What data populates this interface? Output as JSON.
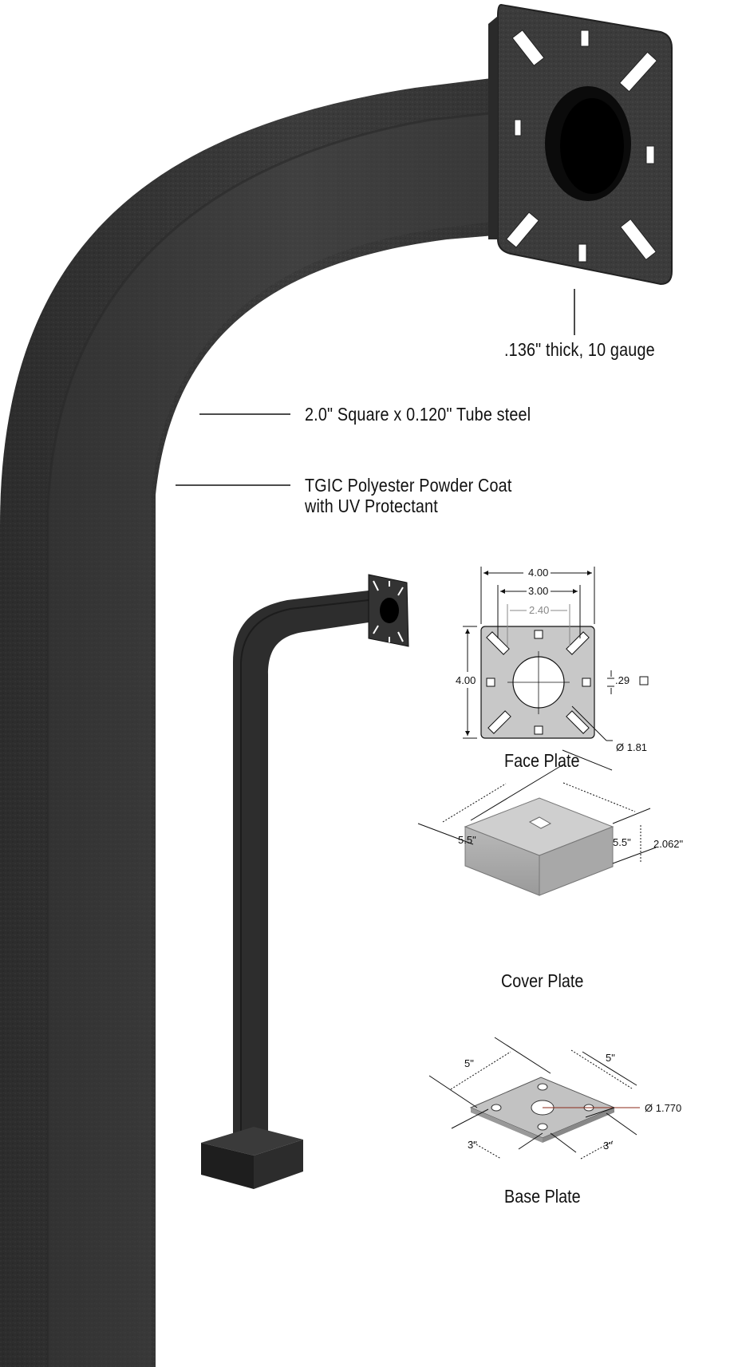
{
  "callouts": {
    "plate_thickness": ".136\" thick, 10 gauge",
    "tube": "2.0\" Square x 0.120\" Tube steel",
    "coating_line1": "TGIC Polyester Powder Coat",
    "coating_line2": "with UV Protectant"
  },
  "face_plate": {
    "caption": "Face Plate",
    "width_outer": "4.00",
    "width_mid": "3.00",
    "width_inner": "2.40",
    "height": "4.00",
    "slot": ".29",
    "hole_dia": "Ø 1.81"
  },
  "cover_plate": {
    "caption": "Cover Plate",
    "dim_left": "5.5\"",
    "dim_right": "5.5\"",
    "height": "2.062\""
  },
  "base_plate": {
    "caption": "Base Plate",
    "dim_top_left": "5\"",
    "dim_top_right": "5\"",
    "dim_bottom_left": "3\"",
    "dim_bottom_right": "3\"",
    "hole_dia": "Ø 1.770"
  },
  "colors": {
    "post": "#3a3a3a",
    "post_shadow": "#262626",
    "plate_gray": "#c8c8c8"
  }
}
